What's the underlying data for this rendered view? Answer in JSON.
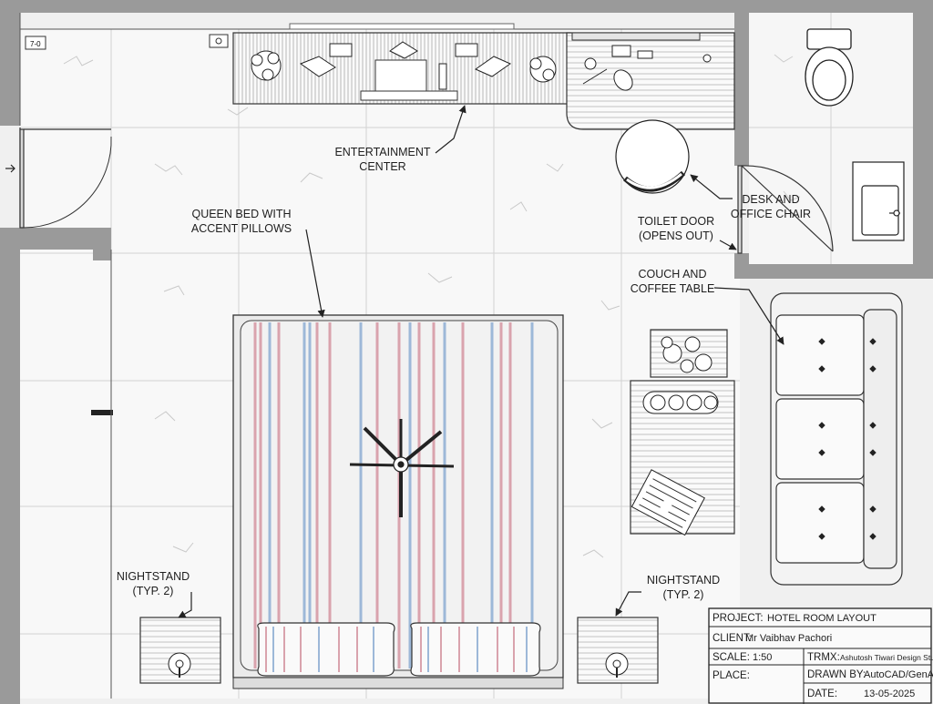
{
  "labels": {
    "entertainment_center": [
      "ENTERTAINMENT",
      "CENTER"
    ],
    "queen_bed": [
      "QUEEN BED WITH",
      "ACCENT PILLOWS"
    ],
    "desk": [
      "DESK AND",
      "OFFICE CHAIR"
    ],
    "toilet_door": [
      "TOILET DOOR",
      "(OPENS OUT)"
    ],
    "couch": [
      "COUCH AND",
      "COFFEE TABLE"
    ],
    "nightstand_left": [
      "NIGHTSTAND",
      "(TYP. 2)"
    ],
    "nightstand_right": [
      "NIGHTSTAND",
      "(TYP. 2)"
    ]
  },
  "title_block": {
    "project_key": "PROJECT:",
    "project": "HOTEL ROOM LAYOUT",
    "client_key": "CLIENT:",
    "client": "Mr Vaibhav Pachori",
    "scale_key": "SCALE:",
    "scale": "1:50",
    "trmx_key": "TRMX:",
    "trmx": "Ashutosh Tiwari Design Studio",
    "place_key": "PLACE:",
    "place": "",
    "drawn_key": "DRAWN BY:",
    "drawn": "AutoCAD/GenAI",
    "date_key": "DATE:",
    "date": "13-05-2025"
  },
  "colors": {
    "wall": "#9a9a9a",
    "line": "#2a2a2a",
    "floor": "#f7f7f7",
    "stripe_red": "#d9a3ad",
    "stripe_blue": "#9db8d8"
  }
}
